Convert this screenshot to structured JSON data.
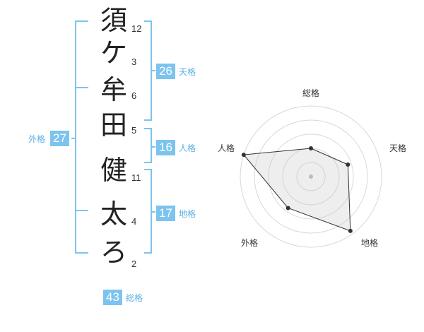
{
  "name_chars": [
    "須",
    "ケ",
    "牟",
    "田",
    "健",
    "太",
    "ろ"
  ],
  "strokes": [
    "12",
    "3",
    "6",
    "5",
    "11",
    "4",
    "2"
  ],
  "tenkaku": {
    "value": "26",
    "label": "天格"
  },
  "jinkaku": {
    "value": "16",
    "label": "人格"
  },
  "chikaku": {
    "value": "17",
    "label": "地格"
  },
  "gaikaku": {
    "value": "27",
    "label": "外格"
  },
  "soukaku": {
    "value": "43",
    "label": "総格"
  },
  "radar": {
    "labels": {
      "top": "総格",
      "right": "天格",
      "bottom_right": "地格",
      "bottom_left": "外格",
      "left": "人格"
    },
    "values": {
      "総格": 0.4,
      "天格": 0.55,
      "地格": 0.95,
      "外格": 0.55,
      "人格": 1.0
    }
  },
  "colors": {
    "accent": "#7cc4ee",
    "bracket": "#7cc4ee",
    "label": "#5ab0e4"
  }
}
